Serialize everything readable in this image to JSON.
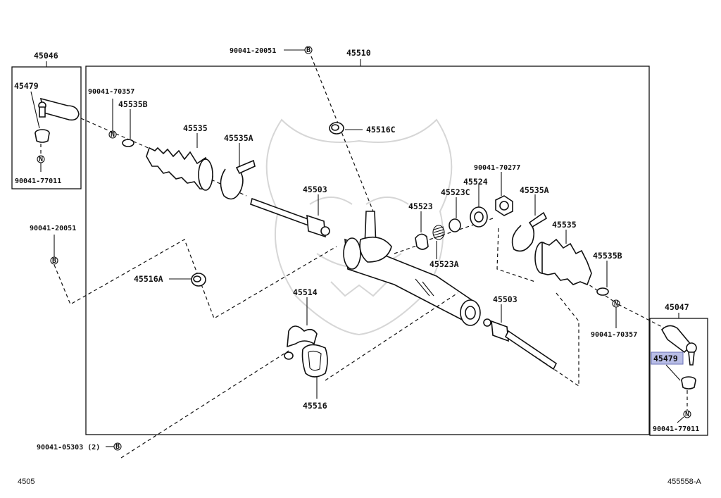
{
  "diagram": {
    "groups": {
      "left_tie_rod_end": "45046",
      "rack_assembly": "45510",
      "right_tie_rod_end": "45047"
    },
    "parts": {
      "tie_rod_end_ball_left": "45479",
      "tie_rod_end_ball_right": "45479",
      "nut_left_end": "90041-77011",
      "nut_right_end": "90041-77011",
      "clamp_outer_left": "90041-70357",
      "clamp_outer_right": "90041-70357",
      "clip_b_left": "45535B",
      "clip_b_right": "45535B",
      "boot_left": "45535",
      "boot_right": "45535",
      "clamp_a_left": "45535A",
      "clamp_a_right": "45535A",
      "inner_rod_left": "45503",
      "inner_rod_right": "45503",
      "bushing_c": "45516C",
      "bolt_top": "90041-20051",
      "bolt_left": "90041-20051",
      "bushing_a": "45516A",
      "bracket": "45514",
      "bushing": "45516",
      "bolt_bottom": "90041-05303 (2)",
      "guide": "45523",
      "guide_c": "45523C",
      "spring_a": "45523A",
      "cap": "45524",
      "locknut": "90041-70277"
    },
    "marker_b": "B",
    "marker_n": "N"
  },
  "footer": {
    "code_left": "4505",
    "code_right": "455558-A"
  }
}
